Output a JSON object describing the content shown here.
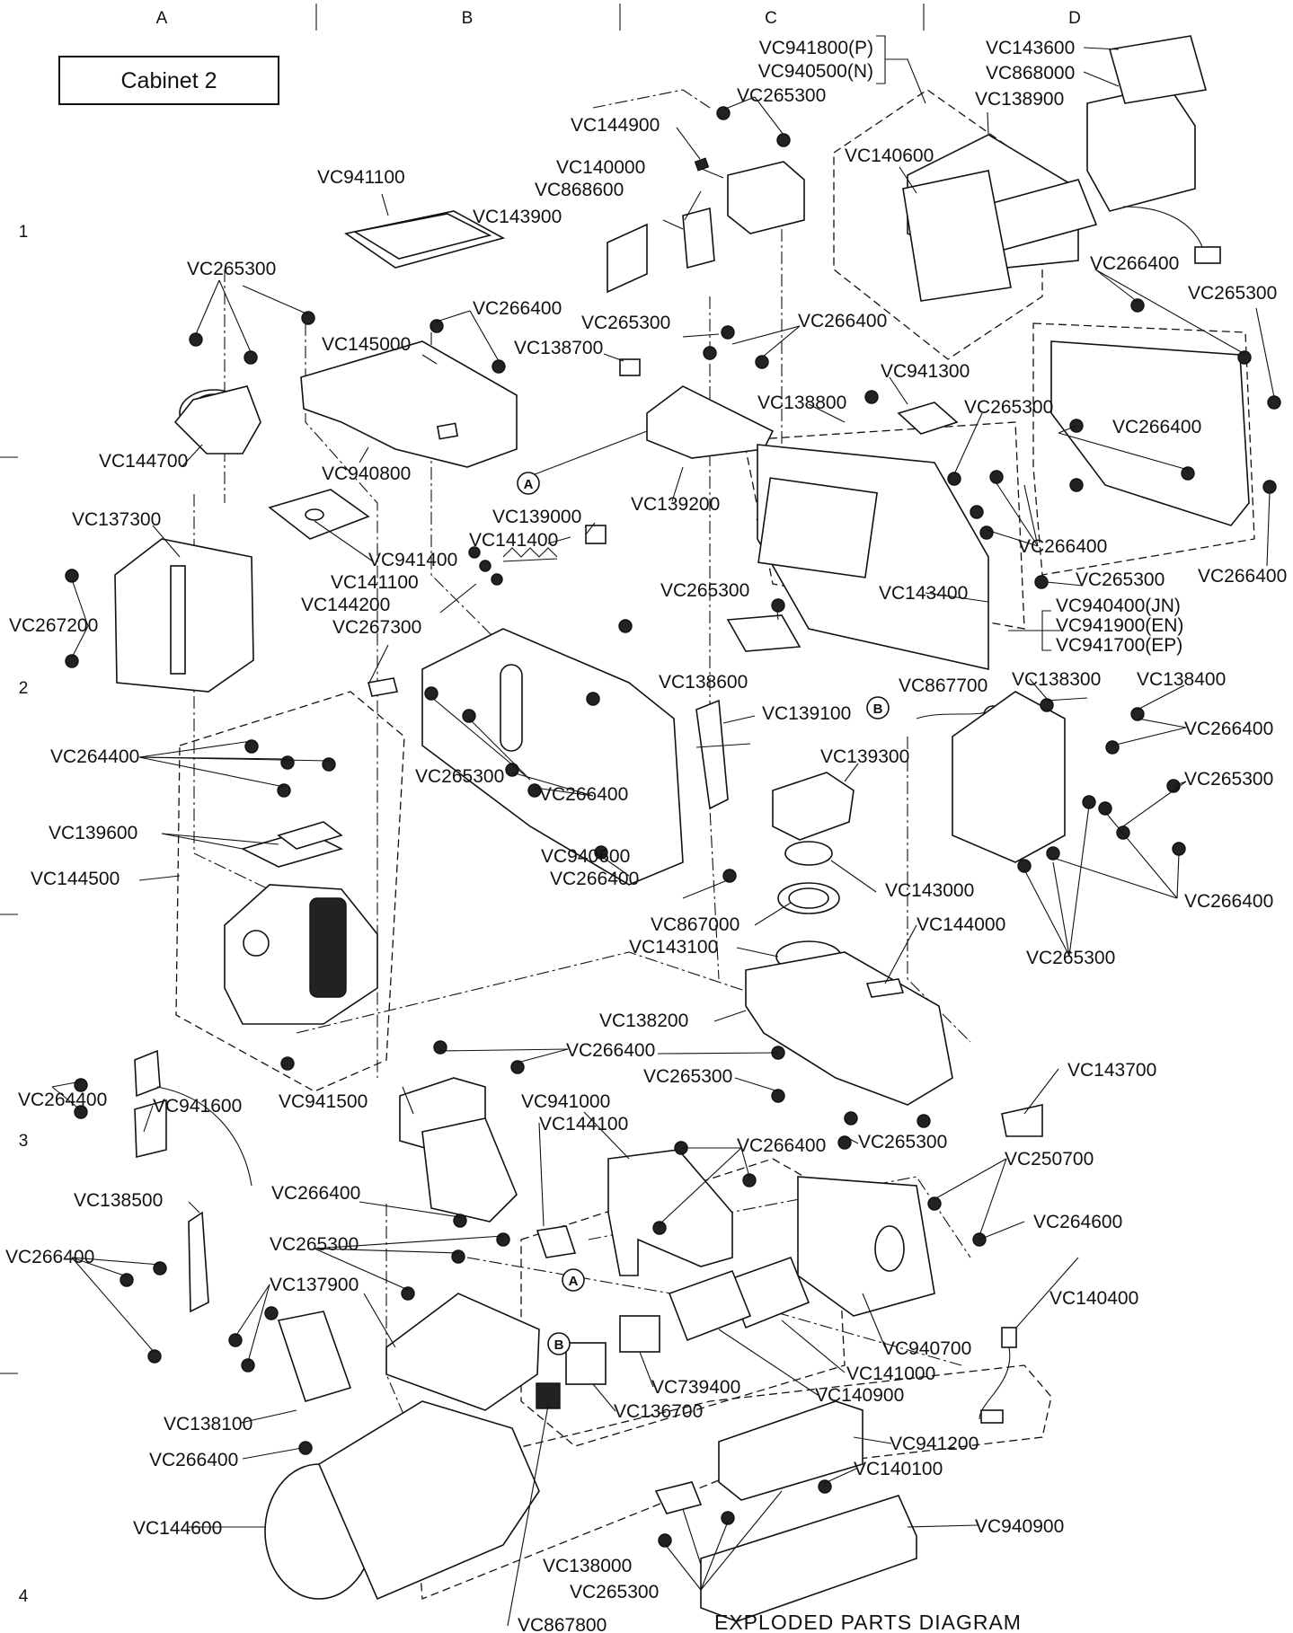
{
  "title_box": "Cabinet 2",
  "footer": "EXPLODED PARTS DIAGRAM",
  "grid": {
    "columns": [
      "A",
      "B",
      "C",
      "D"
    ],
    "rows": [
      "1",
      "2",
      "3",
      "4"
    ]
  },
  "callouts": [
    "A",
    "B"
  ],
  "bracket_groups": [
    {
      "label_1": "VC941800(P)",
      "label_2": "VC940500(N)"
    },
    {
      "label_1": "VC940400(JN)",
      "label_2": "VC941900(EN)",
      "label_3": "VC941700(EP)"
    }
  ],
  "labels": [
    "VC143600",
    "VC868000",
    "VC265300",
    "VC138900",
    "VC144900",
    "VC140600",
    "VC140000",
    "VC868600",
    "VC941100",
    "VC143900",
    "VC265300",
    "VC266400",
    "VC265300",
    "VC266400",
    "VC265300",
    "VC266400",
    "VC138700",
    "VC145000",
    "VC941300",
    "VC138800",
    "VC265300",
    "VC266400",
    "VC144700",
    "VC940800",
    "VC137300",
    "VC139000",
    "VC139200",
    "VC141400",
    "VC941400",
    "VC266400",
    "VC266400",
    "VC141100",
    "VC143400",
    "VC265300",
    "VC267200",
    "VC144200",
    "VC267300",
    "VC265300",
    "VC138300",
    "VC138400",
    "VC138600",
    "VC867700",
    "VC266400",
    "VC139100",
    "VC264400",
    "VC139300",
    "VC265300",
    "VC265300",
    "VC139600",
    "VC266400",
    "VC940600",
    "VC144500",
    "VC266400",
    "VC143000",
    "VC266400",
    "VC867000",
    "VC143100",
    "VC144000",
    "VC265300",
    "VC138200",
    "VC266400",
    "VC143700",
    "VC265300",
    "VC264400",
    "VC941600",
    "VC941500",
    "VC941000",
    "VC144100",
    "VC266400",
    "VC265300",
    "VC250700",
    "VC266400",
    "VC138500",
    "VC264600",
    "VC266400",
    "VC265300",
    "VC140400",
    "VC137900",
    "VC940700",
    "VC141000",
    "VC138100",
    "VC739400",
    "VC140900",
    "VC136700",
    "VC266400",
    "VC941200",
    "VC140100",
    "VC940900",
    "VC144600",
    "VC138000",
    "VC265300",
    "VC867800"
  ]
}
